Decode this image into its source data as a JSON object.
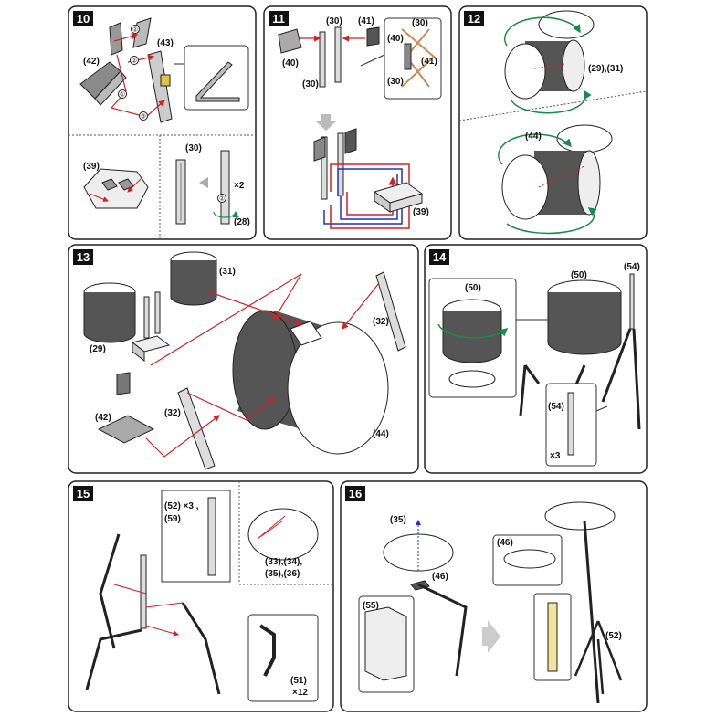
{
  "steps": [
    {
      "number": "10",
      "labels": [
        "(42)",
        "(43)",
        "(39)",
        "(30)",
        "×2",
        "(28)"
      ]
    },
    {
      "number": "11",
      "labels": [
        "(40)",
        "(30)",
        "(41)",
        "(30)",
        "(40)",
        "(41)",
        "(30)",
        "(30)",
        "(39)"
      ]
    },
    {
      "number": "12",
      "labels": [
        "(29),(31)",
        "(44)"
      ]
    },
    {
      "number": "13",
      "labels": [
        "(31)",
        "(29)",
        "(32)",
        "(42)",
        "(32)",
        "(44)"
      ]
    },
    {
      "number": "14",
      "labels": [
        "(50)",
        "(50)",
        "(54)",
        "(54)",
        "×3"
      ]
    },
    {
      "number": "15",
      "labels": [
        "(52) ×3 ,",
        "(59)",
        "(33),(34),",
        "(35),(36)",
        "(51)",
        "×12"
      ]
    },
    {
      "number": "16",
      "labels": [
        "(35)",
        "(46)",
        "(46)",
        "(55)",
        "(52)"
      ]
    }
  ],
  "callouts": [
    "①",
    "②",
    "③"
  ],
  "colors": {
    "red_guide": "#d62020",
    "green_rotate": "#1a8a4a",
    "blue_guide": "#2030c0",
    "drum_shell": "#555555",
    "border": "#222222"
  }
}
